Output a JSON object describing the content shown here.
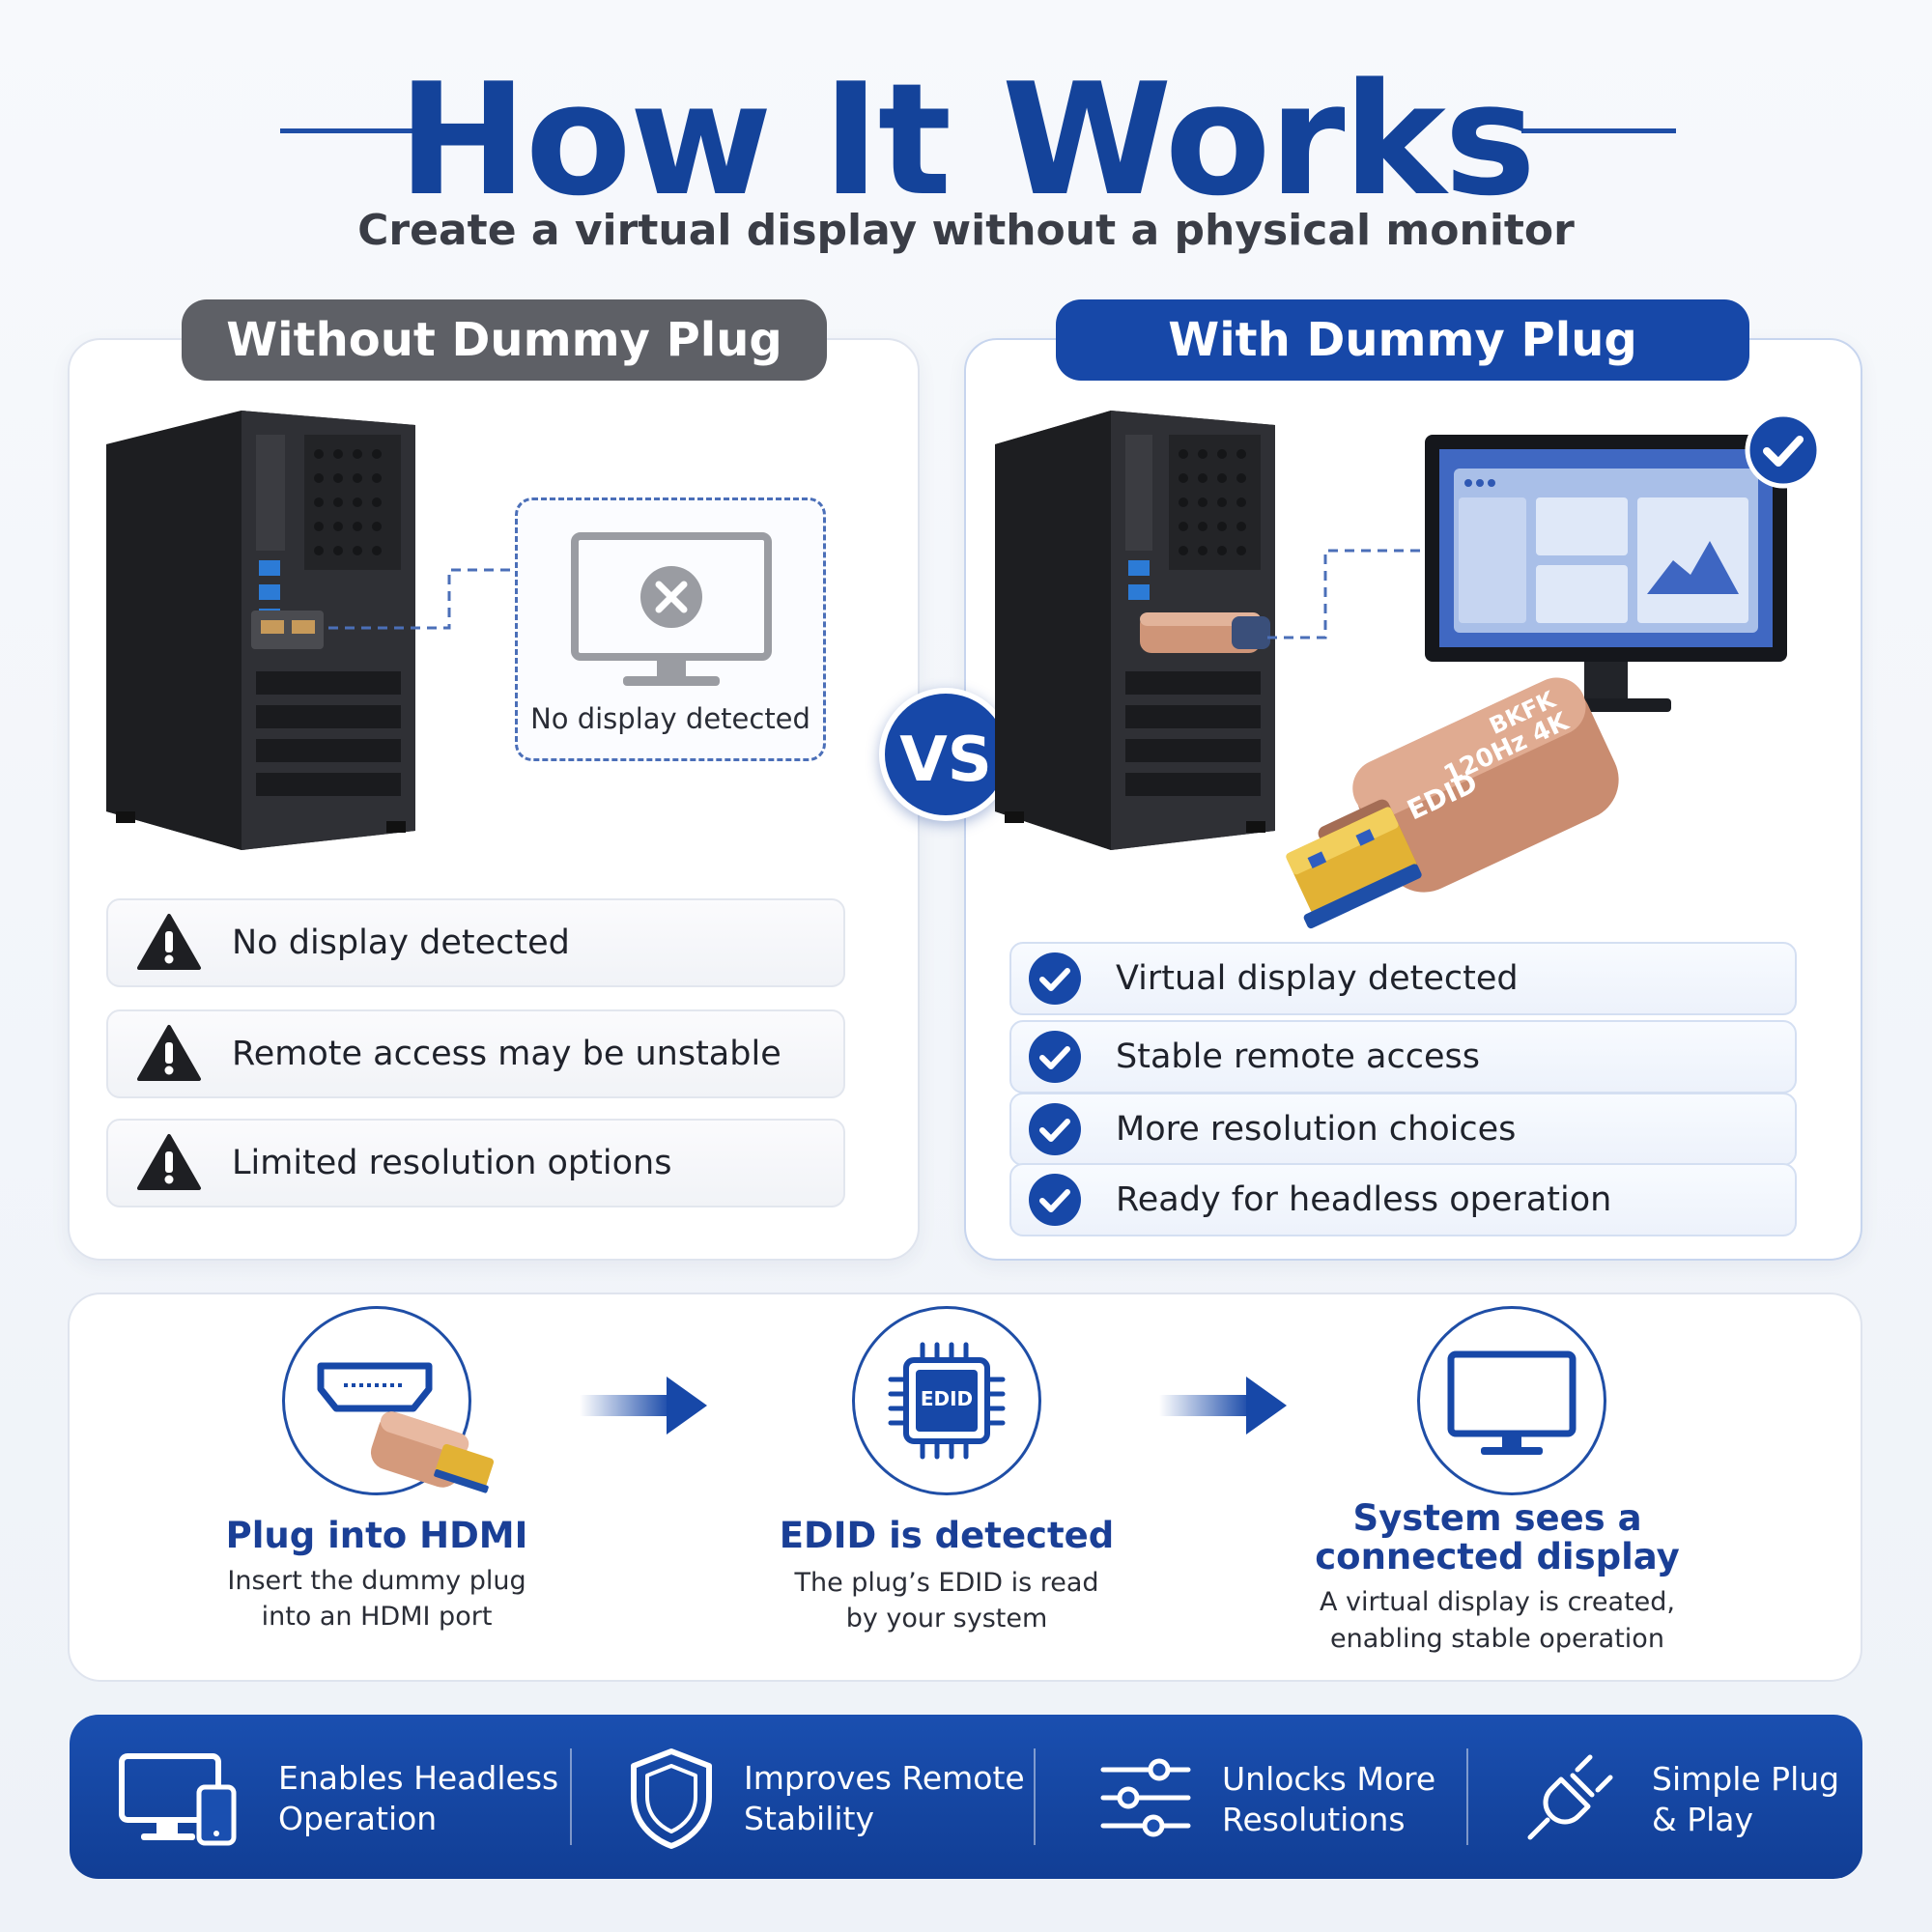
{
  "header": {
    "title": "How It Works",
    "subtitle": "Create a virtual display without a physical monitor"
  },
  "left_panel": {
    "label": "Without Dummy Plug",
    "no_display_text": "No display detected",
    "issues": [
      "No display detected",
      "Remote access may be unstable",
      "Limited resolution options"
    ]
  },
  "vs_label": "VS",
  "right_panel": {
    "label": "With Dummy Plug",
    "benefits": [
      "Virtual display detected",
      "Stable remote access",
      "More resolution choices",
      "Ready for headless operation"
    ],
    "plug_label": "EDID",
    "plug_text_1": "4K",
    "plug_text_2": "120Hz",
    "plug_brand": "BKFK"
  },
  "steps": [
    {
      "title": "Plug into HDMI",
      "desc_1": "Insert the dummy plug",
      "desc_2": "into an HDMI port"
    },
    {
      "title": "EDID is detected",
      "desc_1": "The plug’s EDID is read",
      "desc_2": "by your system",
      "chip_label": "EDID"
    },
    {
      "title_1": "System sees a",
      "title_2": "connected display",
      "desc_1": "A virtual display is created,",
      "desc_2": "enabling stable operation"
    }
  ],
  "features": [
    {
      "line1": "Enables Headless",
      "line2": "Operation"
    },
    {
      "line1": "Improves Remote",
      "line2": "Stability"
    },
    {
      "line1": "Unlocks More",
      "line2": "Resolutions"
    },
    {
      "line1": "Simple Plug",
      "line2": "& Play"
    }
  ],
  "colors": {
    "primary_blue": "#1748a8",
    "gray_pill": "#5e6066",
    "plug_copper": "#d49a7c",
    "connector_gold": "#e2b234"
  }
}
